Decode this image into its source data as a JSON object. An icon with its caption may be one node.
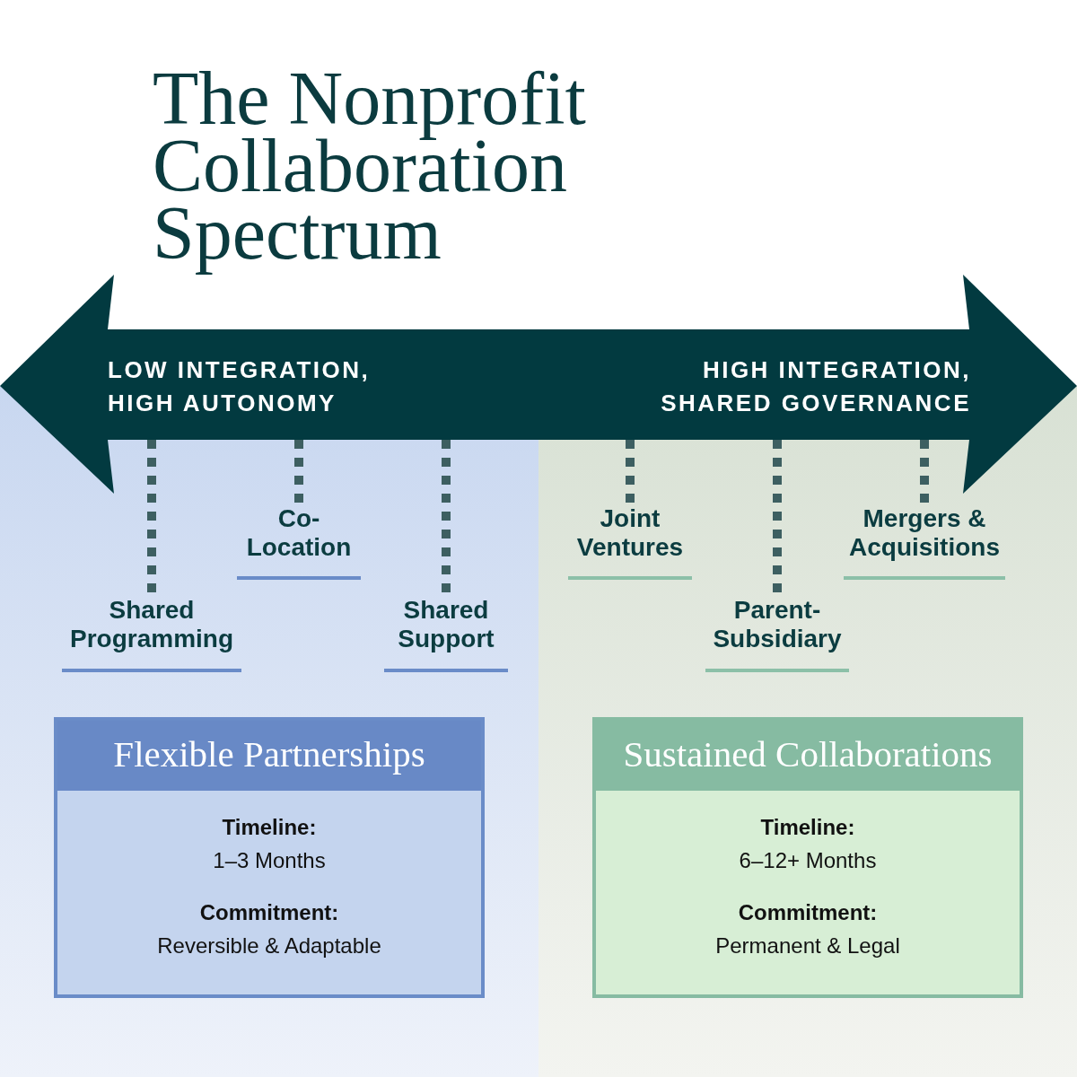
{
  "diagram": {
    "title": "The Nonprofit Collaboration Spectrum",
    "nodes": [
      {
        "text": [
          "LOW INTEGRATION, HIGH AUTONOMY",
          "HIGH INTEGRATION, SHARED GOVERNANCE"
        ]
      },
      {
        "text": [
          "Shared Programming"
        ]
      },
      {
        "text": [
          "Co-Location"
        ]
      },
      {
        "text": [
          "Shared Support"
        ]
      },
      {
        "text": [
          "Joint Ventures"
        ]
      },
      {
        "text": [
          "Parent-Subsidiary"
        ]
      },
      {
        "text": [
          "Mergers & Acquisitions"
        ]
      },
      {
        "text": [
          "Flexible Partnerships",
          "Timeline:",
          "1–3 Months",
          "Commitment:",
          "Reversible & Adaptable"
        ]
      },
      {
        "text": [
          "Sustained Collaborations",
          "Timeline:",
          "6–12+ Months",
          "Commitment:",
          "Permanent & Legal"
        ]
      }
    ],
    "edges": [
      {
        "from": 0,
        "to": 1,
        "arrow": "none",
        "style": "dashed"
      },
      {
        "from": 0,
        "to": 2,
        "arrow": "none",
        "style": "dashed"
      },
      {
        "from": 0,
        "to": 3,
        "arrow": "none",
        "style": "dashed"
      },
      {
        "from": 0,
        "to": 4,
        "arrow": "none",
        "style": "dashed"
      },
      {
        "from": 0,
        "to": 5,
        "arrow": "none",
        "style": "dashed"
      },
      {
        "from": 0,
        "to": 6,
        "arrow": "none",
        "style": "dashed"
      }
    ]
  }
}
